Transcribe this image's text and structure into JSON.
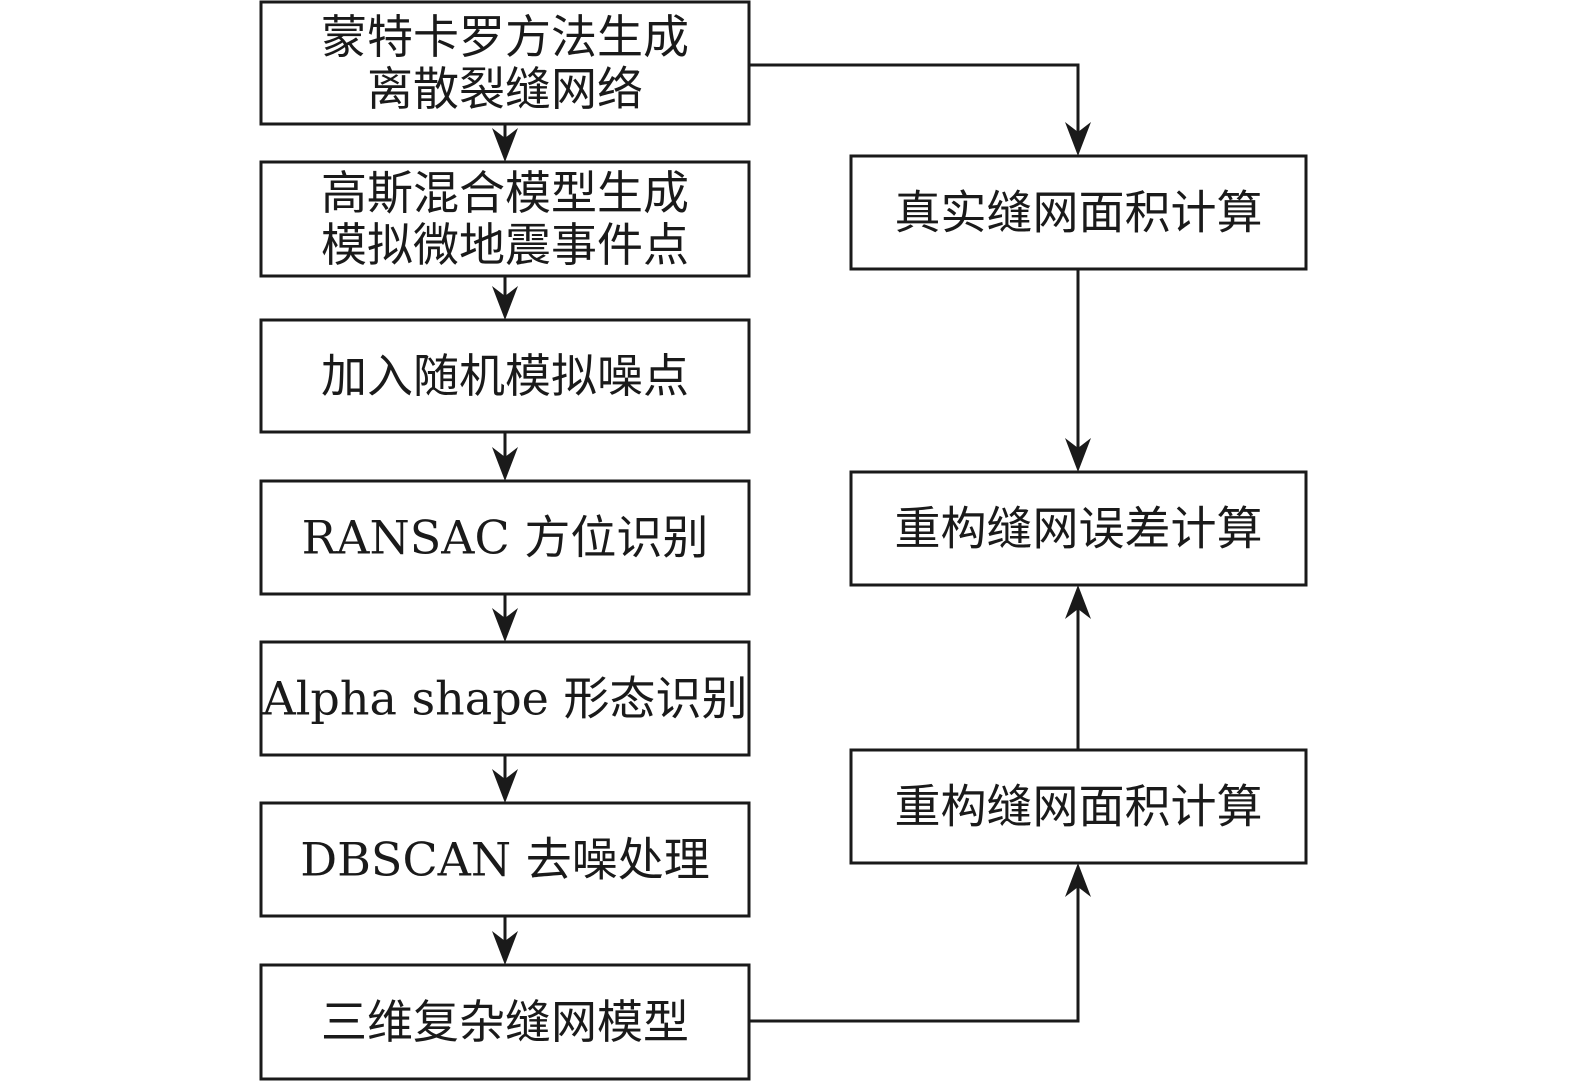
{
  "diagram": {
    "type": "flowchart",
    "colors": {
      "stroke": "#1a1a1a",
      "text": "#1a1a1a",
      "background": "#ffffff"
    },
    "nodes": [
      {
        "id": "n1",
        "lines": [
          "蒙特卡罗方法生成",
          "离散裂缝网络"
        ]
      },
      {
        "id": "n2",
        "lines": [
          "高斯混合模型生成",
          "模拟微地震事件点"
        ]
      },
      {
        "id": "n3",
        "lines": [
          "加入随机模拟噪点"
        ]
      },
      {
        "id": "n4",
        "lines": [
          "RANSAC 方位识别"
        ]
      },
      {
        "id": "n5",
        "lines": [
          "Alpha shape 形态识别"
        ]
      },
      {
        "id": "n6",
        "lines": [
          "DBSCAN 去噪处理"
        ]
      },
      {
        "id": "n7",
        "lines": [
          "三维复杂缝网模型"
        ]
      },
      {
        "id": "r1",
        "lines": [
          "真实缝网面积计算"
        ]
      },
      {
        "id": "r2",
        "lines": [
          "重构缝网误差计算"
        ]
      },
      {
        "id": "r3",
        "lines": [
          "重构缝网面积计算"
        ]
      }
    ],
    "edges": [
      {
        "from": "n1",
        "to": "n2"
      },
      {
        "from": "n2",
        "to": "n3"
      },
      {
        "from": "n3",
        "to": "n4"
      },
      {
        "from": "n4",
        "to": "n5"
      },
      {
        "from": "n5",
        "to": "n6"
      },
      {
        "from": "n6",
        "to": "n7"
      },
      {
        "from": "n1",
        "to": "r1"
      },
      {
        "from": "r1",
        "to": "r2"
      },
      {
        "from": "n7",
        "to": "r3"
      },
      {
        "from": "r3",
        "to": "r2"
      }
    ]
  }
}
